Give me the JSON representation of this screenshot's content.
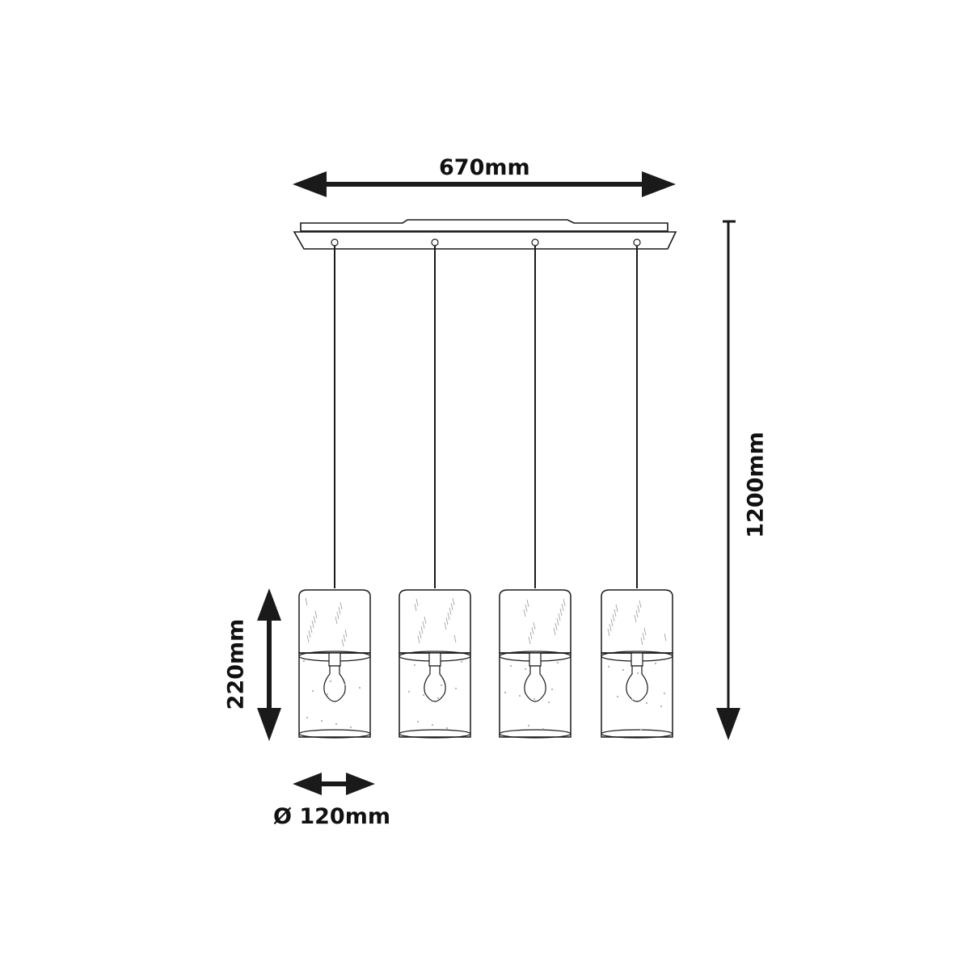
{
  "dimensions": {
    "overall_width": "670mm",
    "overall_height": "1200mm",
    "shade_height": "220mm",
    "shade_diameter": "Ø 120mm"
  },
  "fixture": {
    "pendant_count": 4,
    "line_color": "#1a1a1a",
    "canopy_color": "#ffffff",
    "shade_fill": "#ffffff"
  }
}
